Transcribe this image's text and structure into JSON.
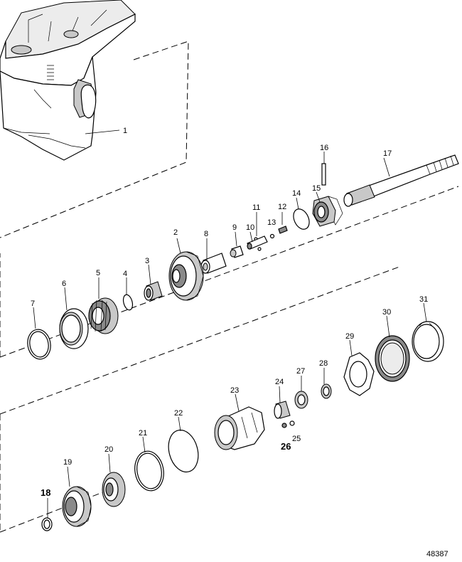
{
  "diagram": {
    "reference_number": "48387",
    "callouts": [
      {
        "id": "1",
        "label": "1",
        "bold": false
      },
      {
        "id": "2",
        "label": "2",
        "bold": false
      },
      {
        "id": "3",
        "label": "3",
        "bold": false
      },
      {
        "id": "4",
        "label": "4",
        "bold": false
      },
      {
        "id": "5",
        "label": "5",
        "bold": false
      },
      {
        "id": "6",
        "label": "6",
        "bold": false
      },
      {
        "id": "7",
        "label": "7",
        "bold": false
      },
      {
        "id": "8",
        "label": "8",
        "bold": false
      },
      {
        "id": "9",
        "label": "9",
        "bold": false
      },
      {
        "id": "10",
        "label": "10",
        "bold": false
      },
      {
        "id": "11",
        "label": "11",
        "bold": false
      },
      {
        "id": "12",
        "label": "12",
        "bold": false
      },
      {
        "id": "13",
        "label": "13",
        "bold": false
      },
      {
        "id": "14",
        "label": "14",
        "bold": false
      },
      {
        "id": "15",
        "label": "15",
        "bold": false
      },
      {
        "id": "16",
        "label": "16",
        "bold": false
      },
      {
        "id": "17",
        "label": "17",
        "bold": false
      },
      {
        "id": "18",
        "label": "18",
        "bold": true
      },
      {
        "id": "19",
        "label": "19",
        "bold": false
      },
      {
        "id": "20",
        "label": "20",
        "bold": false
      },
      {
        "id": "21",
        "label": "21",
        "bold": false
      },
      {
        "id": "22",
        "label": "22",
        "bold": false
      },
      {
        "id": "23",
        "label": "23",
        "bold": false
      },
      {
        "id": "24",
        "label": "24",
        "bold": false
      },
      {
        "id": "25",
        "label": "25",
        "bold": false
      },
      {
        "id": "26",
        "label": "26",
        "bold": true
      },
      {
        "id": "27",
        "label": "27",
        "bold": false
      },
      {
        "id": "28",
        "label": "28",
        "bold": false
      },
      {
        "id": "29",
        "label": "29",
        "bold": false
      },
      {
        "id": "30",
        "label": "30",
        "bold": false
      },
      {
        "id": "31",
        "label": "31",
        "bold": false
      }
    ]
  }
}
